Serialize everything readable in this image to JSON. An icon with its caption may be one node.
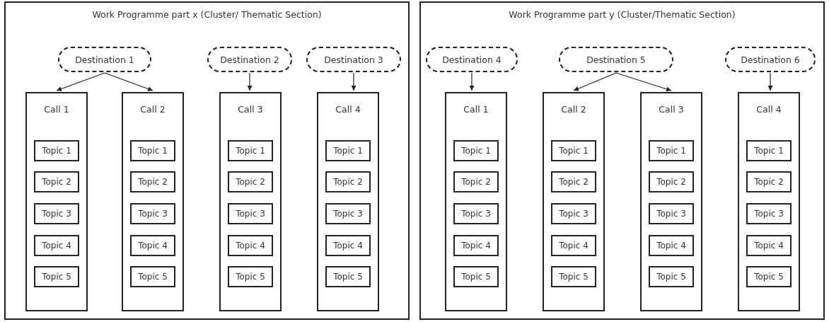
{
  "diagram": {
    "nodes": [
      {
        "text": [
          "Work Programme part x (Cluster/ Thematic Section)"
        ]
      },
      {
        "text": [
          "Destination 1"
        ],
        "in": 0
      },
      {
        "text": [
          "Destination 2"
        ],
        "in": 0
      },
      {
        "text": [
          "Destination 3"
        ],
        "in": 0
      },
      {
        "text": [
          "Call 1"
        ],
        "in": 0
      },
      {
        "text": [
          "Topic 1"
        ],
        "in": 4
      },
      {
        "text": [
          "Topic 2"
        ],
        "in": 4
      },
      {
        "text": [
          "Topic 3"
        ],
        "in": 4
      },
      {
        "text": [
          "Topic 4"
        ],
        "in": 4
      },
      {
        "text": [
          "Topic 5"
        ],
        "in": 4
      },
      {
        "text": [
          "Call 2"
        ],
        "in": 0
      },
      {
        "text": [
          "Topic 1"
        ],
        "in": 10
      },
      {
        "text": [
          "Topic 2"
        ],
        "in": 10
      },
      {
        "text": [
          "Topic 3"
        ],
        "in": 10
      },
      {
        "text": [
          "Topic 4"
        ],
        "in": 10
      },
      {
        "text": [
          "Topic 5"
        ],
        "in": 10
      },
      {
        "text": [
          "Call 3"
        ],
        "in": 0
      },
      {
        "text": [
          "Topic 1"
        ],
        "in": 16
      },
      {
        "text": [
          "Topic 2"
        ],
        "in": 16
      },
      {
        "text": [
          "Topic 3"
        ],
        "in": 16
      },
      {
        "text": [
          "Topic 4"
        ],
        "in": 16
      },
      {
        "text": [
          "Topic 5"
        ],
        "in": 16
      },
      {
        "text": [
          "Call 4"
        ],
        "in": 0
      },
      {
        "text": [
          "Topic 1"
        ],
        "in": 22
      },
      {
        "text": [
          "Topic 2"
        ],
        "in": 22
      },
      {
        "text": [
          "Topic 3"
        ],
        "in": 22
      },
      {
        "text": [
          "Topic 4"
        ],
        "in": 22
      },
      {
        "text": [
          "Topic 5"
        ],
        "in": 22
      },
      {
        "text": [
          "Work Programme part y (Cluster/Thematic Section)"
        ]
      },
      {
        "text": [
          "Destination 4"
        ],
        "in": 28
      },
      {
        "text": [
          "Destination 5"
        ],
        "in": 28
      },
      {
        "text": [
          "Destination 6"
        ],
        "in": 28
      },
      {
        "text": [
          "Call 1"
        ],
        "in": 28
      },
      {
        "text": [
          "Topic 1"
        ],
        "in": 32
      },
      {
        "text": [
          "Topic 2"
        ],
        "in": 32
      },
      {
        "text": [
          "Topic 3"
        ],
        "in": 32
      },
      {
        "text": [
          "Topic 4"
        ],
        "in": 32
      },
      {
        "text": [
          "Topic 5"
        ],
        "in": 32
      },
      {
        "text": [
          "Call 2"
        ],
        "in": 28
      },
      {
        "text": [
          "Topic 1"
        ],
        "in": 38
      },
      {
        "text": [
          "Topic 2"
        ],
        "in": 38
      },
      {
        "text": [
          "Topic 3"
        ],
        "in": 38
      },
      {
        "text": [
          "Topic 4"
        ],
        "in": 38
      },
      {
        "text": [
          "Topic 5"
        ],
        "in": 38
      },
      {
        "text": [
          "Call 3"
        ],
        "in": 28
      },
      {
        "text": [
          "Topic 1"
        ],
        "in": 44
      },
      {
        "text": [
          "Topic 2"
        ],
        "in": 44
      },
      {
        "text": [
          "Topic 3"
        ],
        "in": 44
      },
      {
        "text": [
          "Topic 4"
        ],
        "in": 44
      },
      {
        "text": [
          "Topic 5"
        ],
        "in": 44
      },
      {
        "text": [
          "Call 4"
        ],
        "in": 28
      },
      {
        "text": [
          "Topic 1"
        ],
        "in": 50
      },
      {
        "text": [
          "Topic 2"
        ],
        "in": 50
      },
      {
        "text": [
          "Topic 3"
        ],
        "in": 50
      },
      {
        "text": [
          "Topic 4"
        ],
        "in": 50
      },
      {
        "text": [
          "Topic 5"
        ],
        "in": 50
      }
    ],
    "edges": [
      {
        "from": 1,
        "to": 4,
        "arrow": "to"
      },
      {
        "from": 1,
        "to": 10,
        "arrow": "to"
      },
      {
        "from": 2,
        "to": 16,
        "arrow": "to"
      },
      {
        "from": 3,
        "to": 22,
        "arrow": "to"
      },
      {
        "from": 29,
        "to": 32,
        "arrow": "to"
      },
      {
        "from": 30,
        "to": 38,
        "arrow": "to"
      },
      {
        "from": 30,
        "to": 44,
        "arrow": "to"
      },
      {
        "from": 31,
        "to": 50,
        "arrow": "to"
      }
    ]
  }
}
